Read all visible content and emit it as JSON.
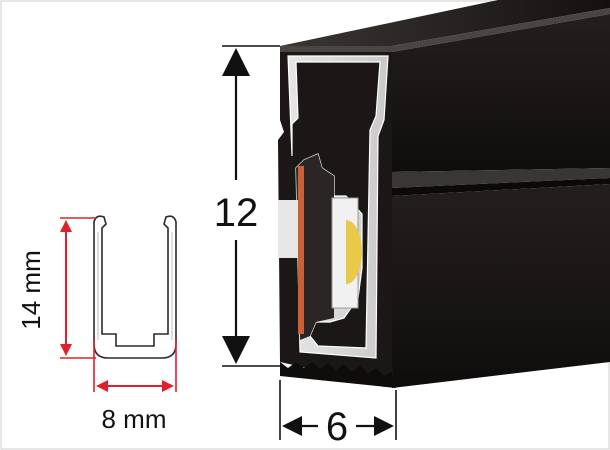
{
  "labels": {
    "height_small": "14 mm",
    "width_small": "8 mm",
    "height_large": "12",
    "width_large": "6"
  },
  "colors": {
    "small_dimension": "#e0202c",
    "large_dimension": "#111111",
    "profile_body": "#1a1716",
    "diffuser": "#d9d9d9",
    "led_chip": "#e8c94a",
    "pcb": "#c8613a",
    "outline": "#2a2a2a"
  }
}
